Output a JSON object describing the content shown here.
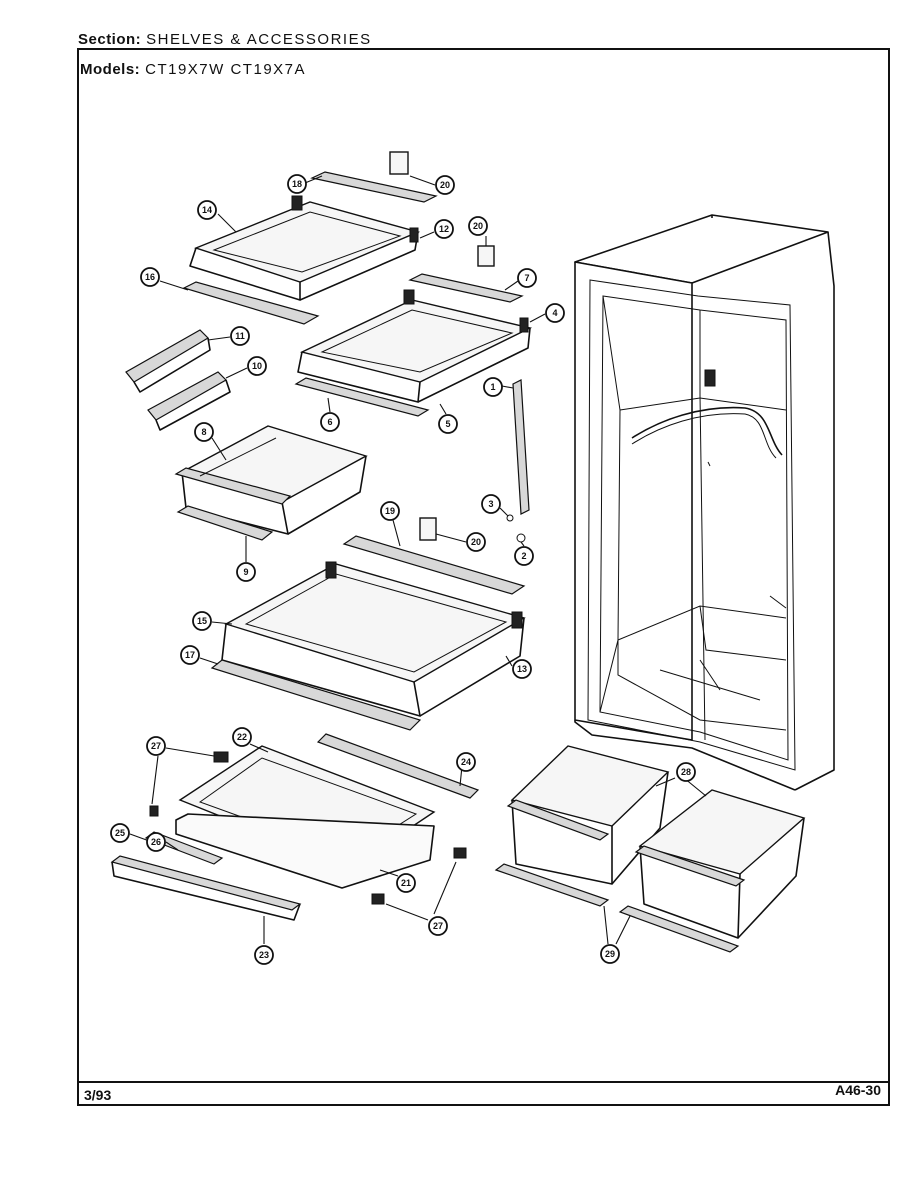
{
  "header": {
    "section_label": "Section:",
    "section_value": "SHELVES & ACCESSORIES",
    "models_label": "Models:",
    "models_value": "CT19X7W CT19X7A"
  },
  "footer": {
    "date": "3/93",
    "page_code": "A46-30"
  },
  "callouts": [
    {
      "id": "c18a",
      "label": "18"
    },
    {
      "id": "c20a",
      "label": "20"
    },
    {
      "id": "c14",
      "label": "14"
    },
    {
      "id": "c12",
      "label": "12"
    },
    {
      "id": "c20b",
      "label": "20"
    },
    {
      "id": "c7",
      "label": "7"
    },
    {
      "id": "c16",
      "label": "16"
    },
    {
      "id": "c4",
      "label": "4"
    },
    {
      "id": "c11",
      "label": "11"
    },
    {
      "id": "c10",
      "label": "10"
    },
    {
      "id": "c1",
      "label": "1"
    },
    {
      "id": "c6",
      "label": "6"
    },
    {
      "id": "c5",
      "label": "5"
    },
    {
      "id": "c8",
      "label": "8"
    },
    {
      "id": "c3",
      "label": "3"
    },
    {
      "id": "c19",
      "label": "19"
    },
    {
      "id": "c20c",
      "label": "20"
    },
    {
      "id": "c2",
      "label": "2"
    },
    {
      "id": "c9",
      "label": "9"
    },
    {
      "id": "c15",
      "label": "15"
    },
    {
      "id": "c17",
      "label": "17"
    },
    {
      "id": "c13",
      "label": "13"
    },
    {
      "id": "c27a",
      "label": "27"
    },
    {
      "id": "c22",
      "label": "22"
    },
    {
      "id": "c24",
      "label": "24"
    },
    {
      "id": "c28",
      "label": "28"
    },
    {
      "id": "c25",
      "label": "25"
    },
    {
      "id": "c26",
      "label": "26"
    },
    {
      "id": "c21",
      "label": "21"
    },
    {
      "id": "c27b",
      "label": "27"
    },
    {
      "id": "c23",
      "label": "23"
    },
    {
      "id": "c29",
      "label": "29"
    }
  ]
}
